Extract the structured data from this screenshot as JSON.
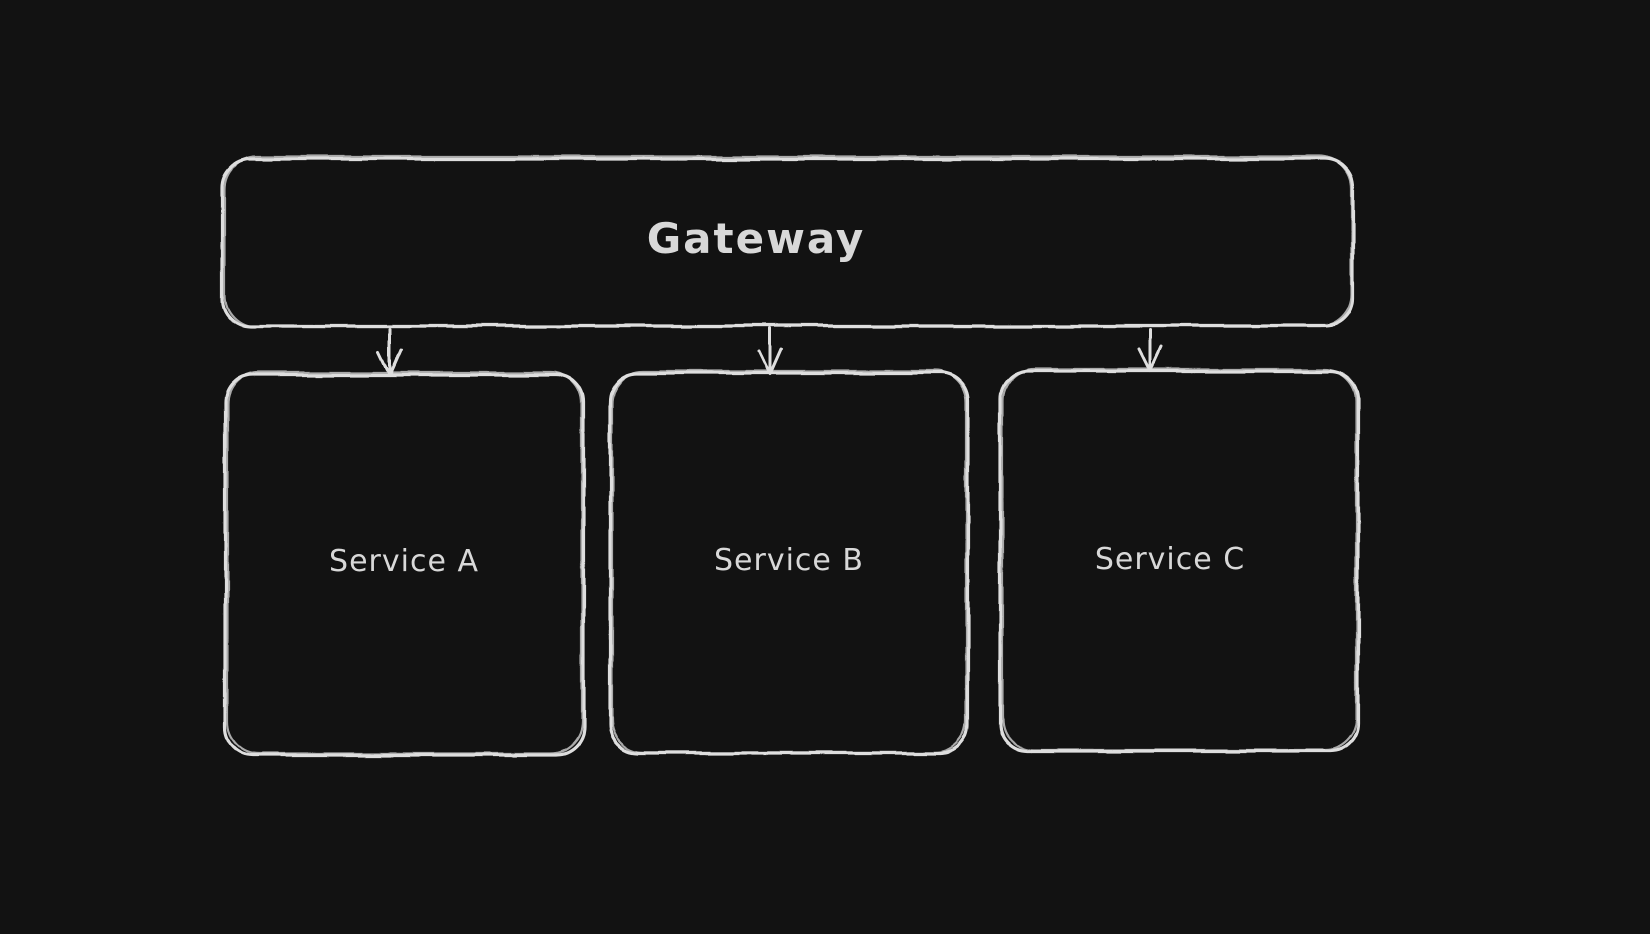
{
  "app": {
    "name": "whiteboard-diagram-canvas",
    "theme": "dark"
  },
  "colors": {
    "background": "#121212",
    "stroke": "#dedede",
    "text": "#d8d8d8"
  },
  "diagram": {
    "nodes": [
      {
        "id": "gateway",
        "label": "Gateway",
        "shape": "rounded-rectangle"
      },
      {
        "id": "service-a",
        "label": "Service A",
        "shape": "rounded-rectangle"
      },
      {
        "id": "service-b",
        "label": "Service B",
        "shape": "rounded-rectangle"
      },
      {
        "id": "service-c",
        "label": "Service C",
        "shape": "rounded-rectangle"
      }
    ],
    "edges": [
      {
        "from": "gateway",
        "to": "service-a",
        "type": "arrow-down"
      },
      {
        "from": "gateway",
        "to": "service-b",
        "type": "arrow-down"
      },
      {
        "from": "gateway",
        "to": "service-c",
        "type": "arrow-down"
      }
    ]
  }
}
